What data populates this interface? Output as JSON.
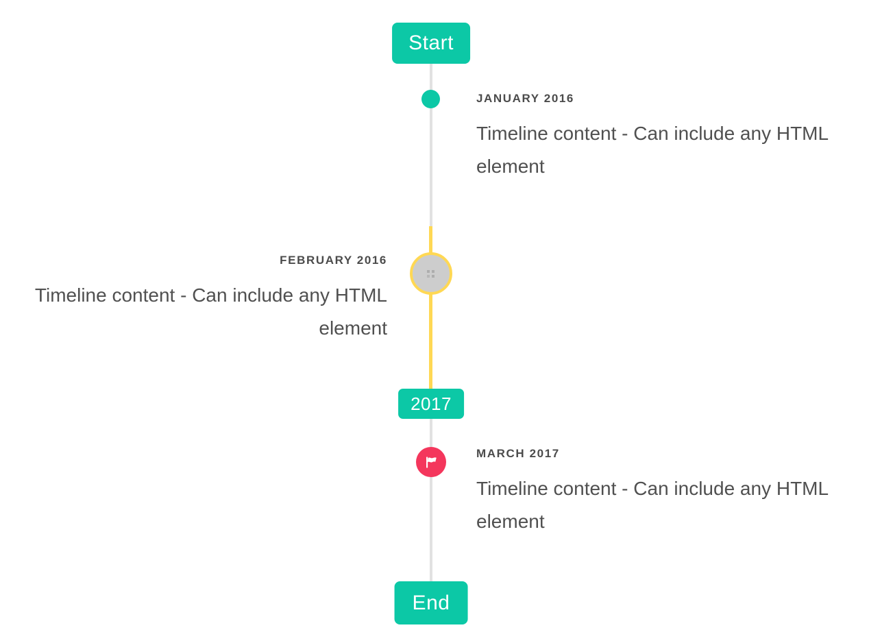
{
  "timeline": {
    "start_badge": "Start",
    "period_badge": "2017",
    "end_badge": "End",
    "entries": [
      {
        "id": "january-2016",
        "side": "right",
        "title": "JANUARY 2016",
        "content": "Timeline content - Can include any HTML element",
        "marker": "teal-dot"
      },
      {
        "id": "february-2016",
        "side": "left",
        "title": "FEBRUARY 2016",
        "content": "Timeline content - Can include any HTML element",
        "marker": "image-placeholder-circle"
      },
      {
        "id": "march-2017",
        "side": "right",
        "title": "MARCH 2017",
        "content": "Timeline content - Can include any HTML element",
        "marker": "flag-circle"
      }
    ],
    "colors": {
      "accent_teal": "#0cc8a6",
      "highlight_yellow": "#ffd854",
      "flag_red": "#f4365c",
      "line_gray": "#e1e1e1",
      "placeholder_gray": "#cdcdcd",
      "title_text": "#4b4b4b",
      "content_text": "#505050",
      "badge_text": "#ffffff"
    }
  }
}
